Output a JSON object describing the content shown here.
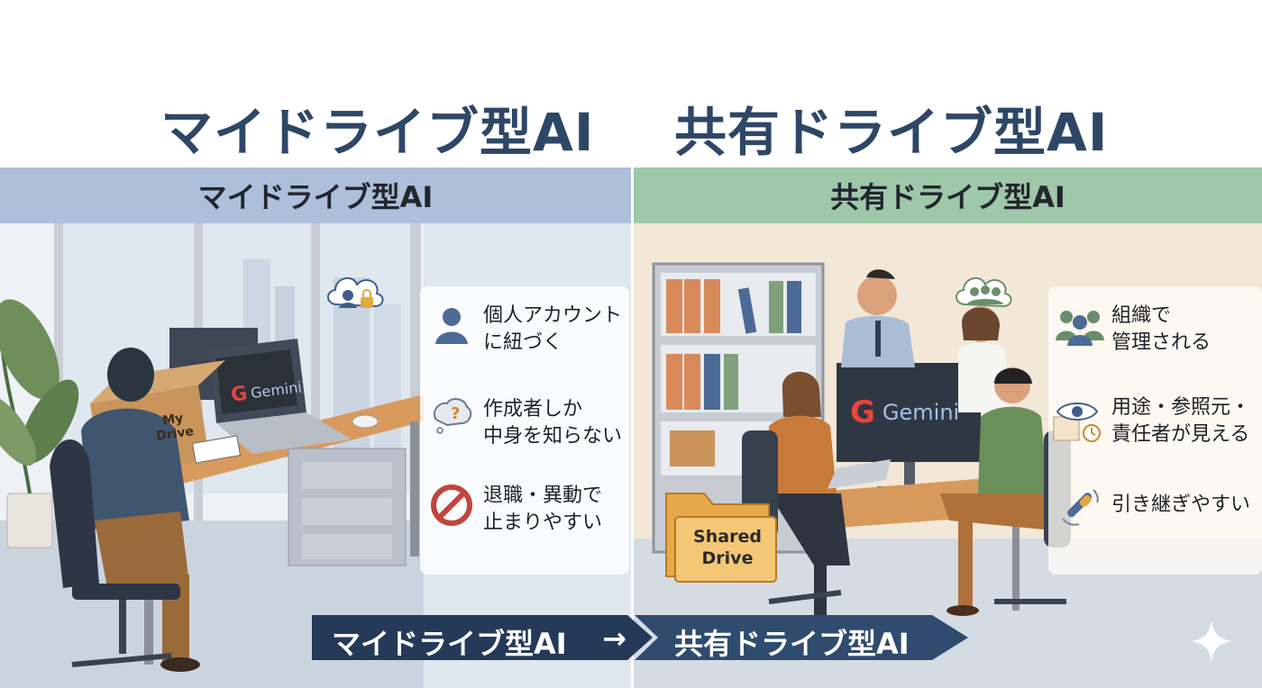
{
  "titles": {
    "left": "マイドライブ型AI",
    "right": "共有ドライブ型AI"
  },
  "left_panel": {
    "header": "マイドライブ型AI",
    "box_label": "My\nDrive",
    "laptop_brand": "Gemini",
    "features": [
      {
        "icon": "person-icon",
        "text": "個人アカウント\nに紐づく"
      },
      {
        "icon": "question-bubble-icon",
        "text": "作成者しか\n中身を知らない"
      },
      {
        "icon": "no-entry-icon",
        "text": "退職・異動で\n止まりやすい"
      }
    ],
    "cloud_icon": "cloud-lock-icon"
  },
  "right_panel": {
    "header": "共有ドライブ型AI",
    "folder_label": "Shared\nDrive",
    "monitor_brand": "Gemini",
    "features": [
      {
        "icon": "group-icon",
        "text": "組織で\n管理される"
      },
      {
        "icon": "eye-document-icon",
        "text": "用途・参照元・\n責任者が見える"
      },
      {
        "icon": "baton-handoff-icon",
        "text": "引き継ぎやすい"
      }
    ],
    "cloud_icon": "cloud-group-icon"
  },
  "flow": {
    "from": "マイドライブ型AI",
    "arrow": "→",
    "to": "共有ドライブ型AI"
  },
  "colors": {
    "title": "#2e4766",
    "left_header": "#aebfdc",
    "right_header": "#9fc7a9",
    "flow_dark": "#243a58",
    "flow_light": "#2f4b6e"
  }
}
